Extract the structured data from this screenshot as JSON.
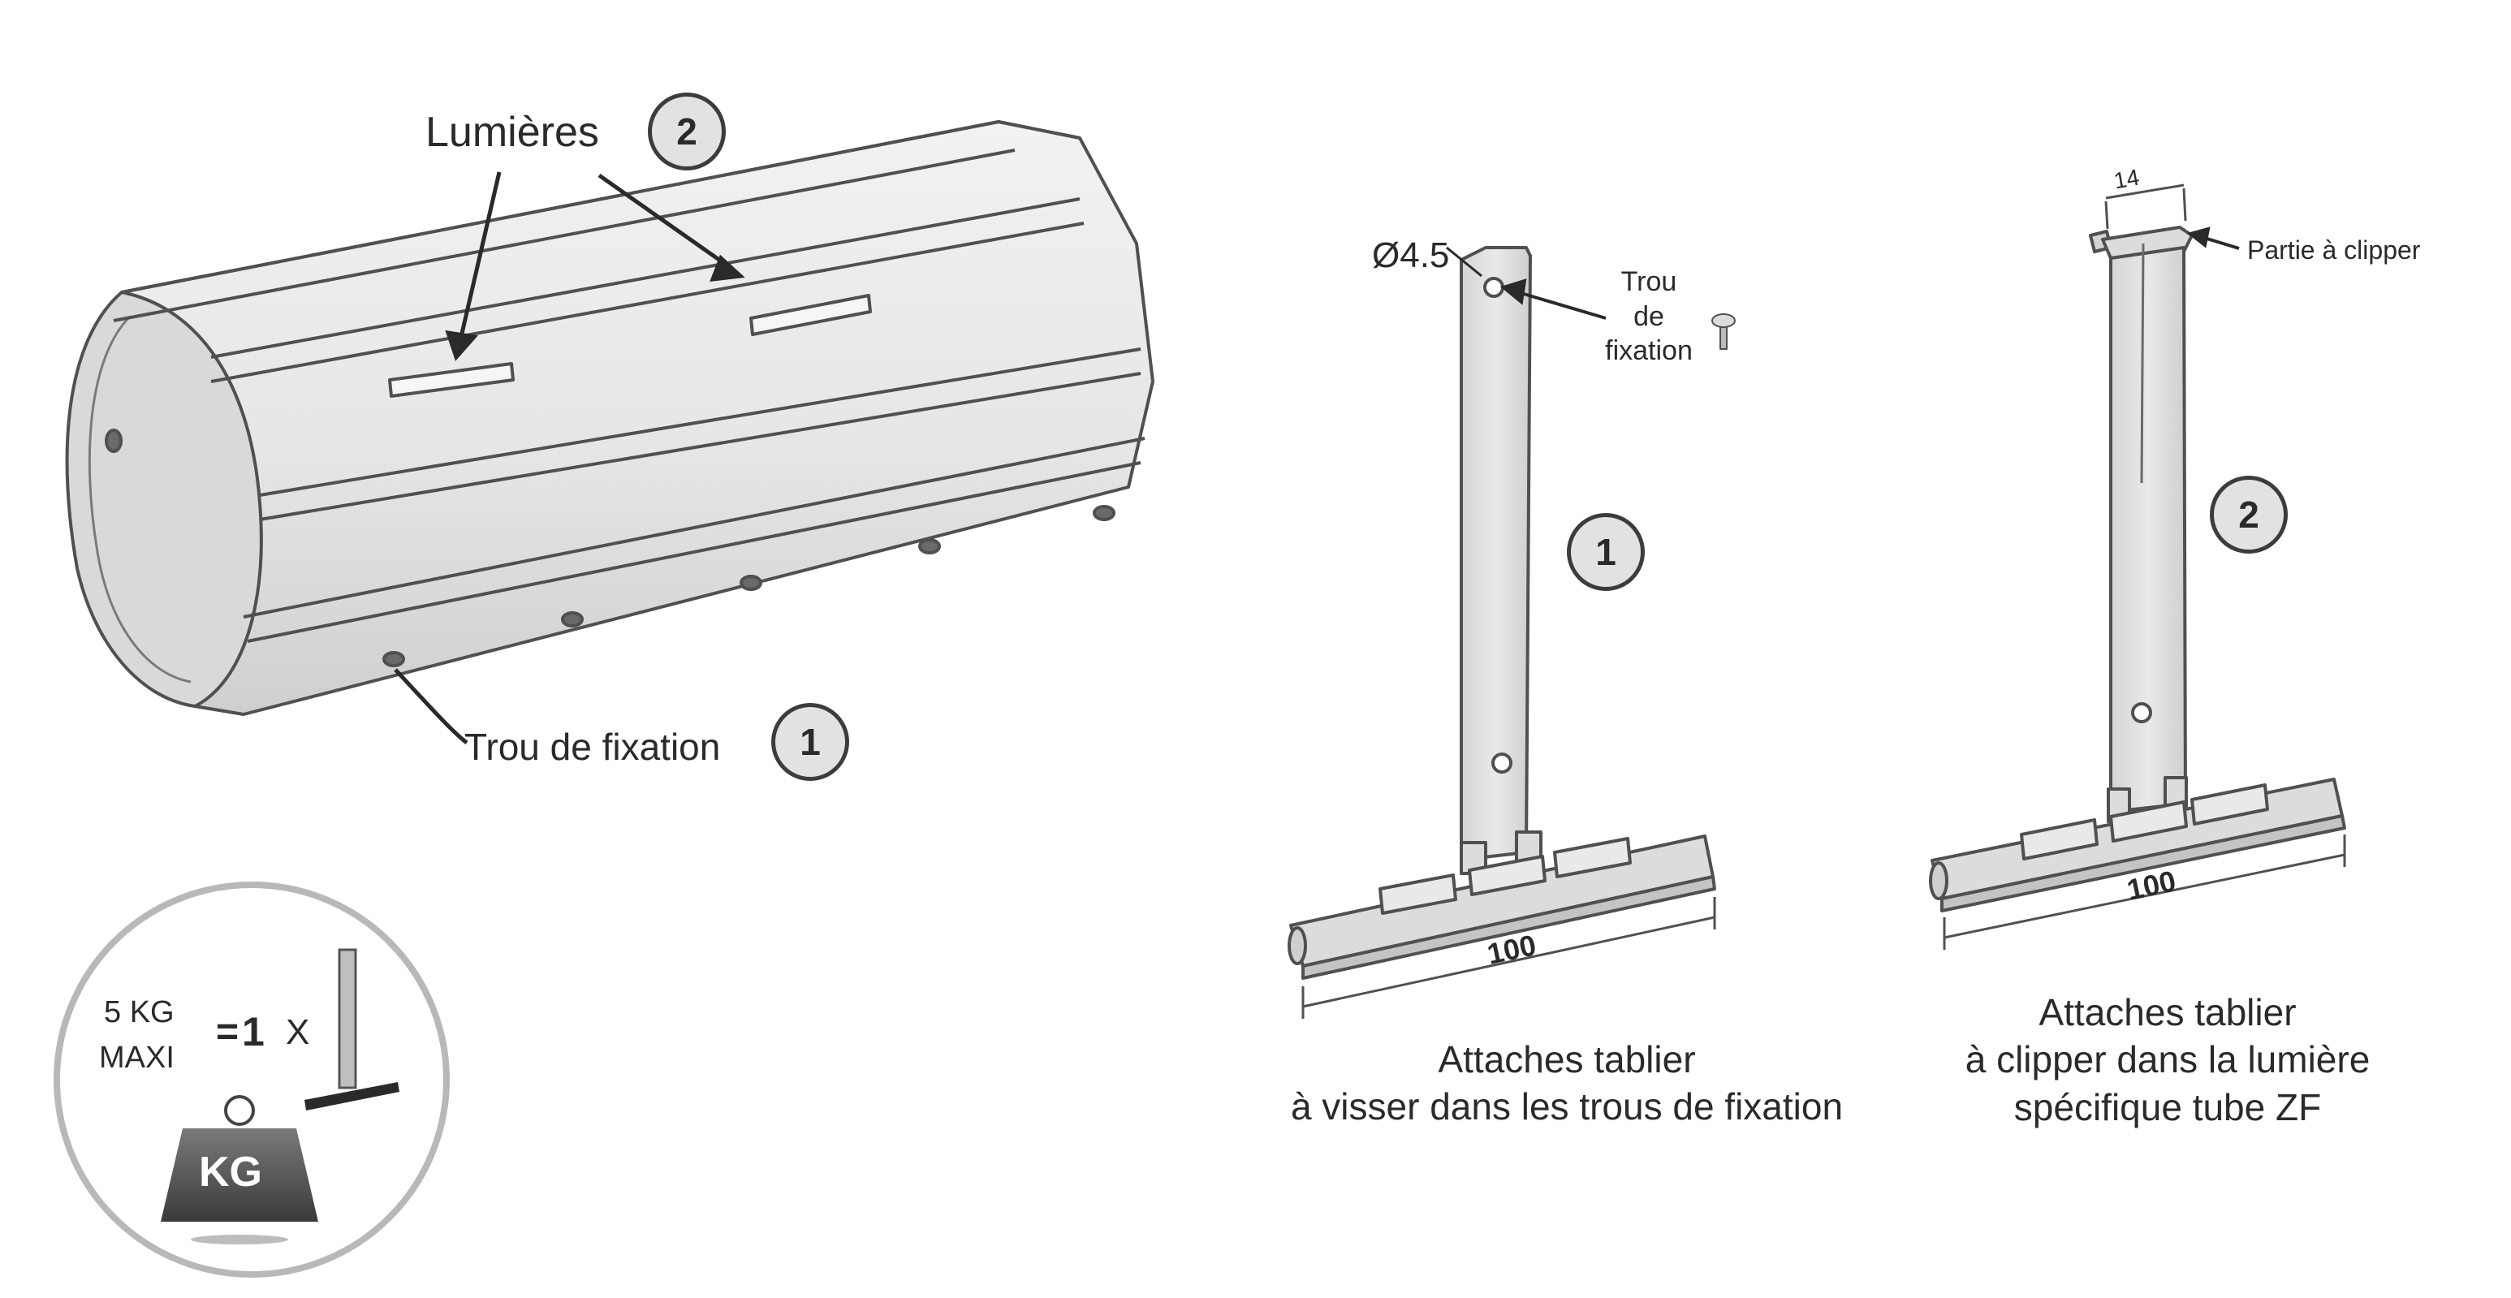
{
  "cylinder": {
    "label_lumieres": "Lumières",
    "badge_lumieres": "2",
    "label_trou": "Trou de fixation",
    "badge_trou": "1"
  },
  "weight": {
    "limit_kg": "5 KG",
    "limit_max": "MAXI",
    "equals": "=",
    "count": "1",
    "times": "X",
    "kg_badge": "KG"
  },
  "attache_vis": {
    "diameter": "Ø4.5",
    "hole_label_line1": "Trou",
    "hole_label_line2": "de",
    "hole_label_line3": "fixation",
    "badge": "1",
    "width": "100",
    "caption_line1": "Attaches tablier",
    "caption_line2": "à visser dans les trous de fixation"
  },
  "attache_clip": {
    "top_width": "14",
    "clip_label": "Partie à clipper",
    "badge": "2",
    "width": "100",
    "caption_line1": "Attaches tablier",
    "caption_line2": "à clipper dans la lumière",
    "caption_line3": "spécifique tube ZF"
  }
}
